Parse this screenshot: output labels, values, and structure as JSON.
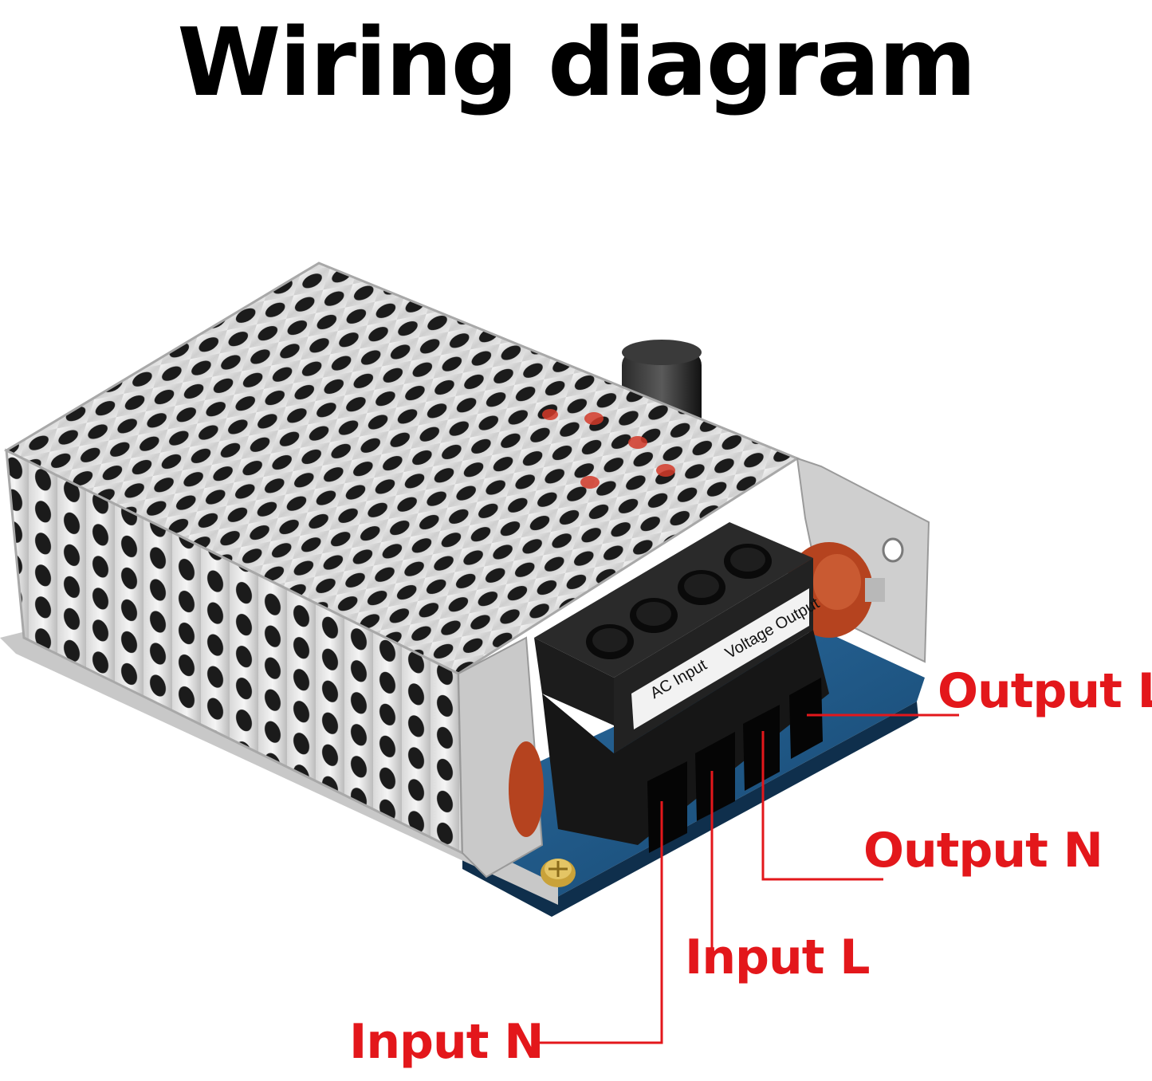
{
  "title": "Wiring diagram",
  "terminal_block": {
    "label_left": "AC Input",
    "label_right": "Voltage Output"
  },
  "callouts": {
    "output_l": "Output L",
    "output_n": "Output N",
    "input_l": "Input L",
    "input_n": "Input N"
  },
  "colors": {
    "callout": "#e3171b",
    "title": "#000000",
    "terminal_block": "#1c1c1c",
    "pcb": "#1f5a8c",
    "capacitor": "#b5431f",
    "enclosure": "#d9d9d9"
  }
}
